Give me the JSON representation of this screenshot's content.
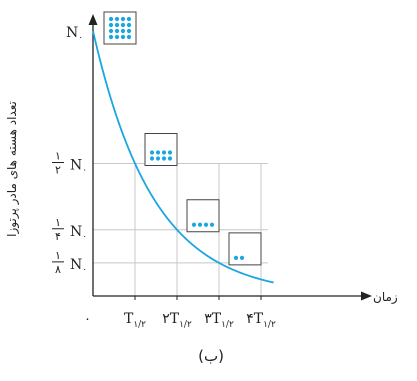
{
  "figure": {
    "y_axis_label": "تعداد هسته های مادر پرتوزا",
    "x_axis_label": "زمان",
    "caption": "(ب)",
    "origin_label": "۰",
    "color_curve": "#1aa6e0",
    "color_dots": "#1aa6e0",
    "color_axis": "#222222",
    "color_guides": "#c8c8c8"
  },
  "chart_data": {
    "type": "line",
    "curve": "exponential-decay",
    "x_ticks": [
      {
        "t": 1,
        "label": "T"
      },
      {
        "t": 2,
        "label": "۲T"
      },
      {
        "t": 3,
        "label": "۳T"
      },
      {
        "t": 4,
        "label": "۴T"
      }
    ],
    "subscript": "۱/۲",
    "y_ticks": [
      {
        "value": 1,
        "label": "N"
      },
      {
        "value": 0.5,
        "num": "۱",
        "den": "۲",
        "label": "N"
      },
      {
        "value": 0.25,
        "num": "۱",
        "den": "۴",
        "label": "N"
      },
      {
        "value": 0.125,
        "num": "۱",
        "den": "۸",
        "label": "N"
      }
    ],
    "n_zero_subscript": "۰",
    "boxes": [
      {
        "t": 0,
        "dots": 16
      },
      {
        "t": 1,
        "dots": 8
      },
      {
        "t": 2,
        "dots": 4
      },
      {
        "t": 3,
        "dots": 2
      }
    ]
  }
}
